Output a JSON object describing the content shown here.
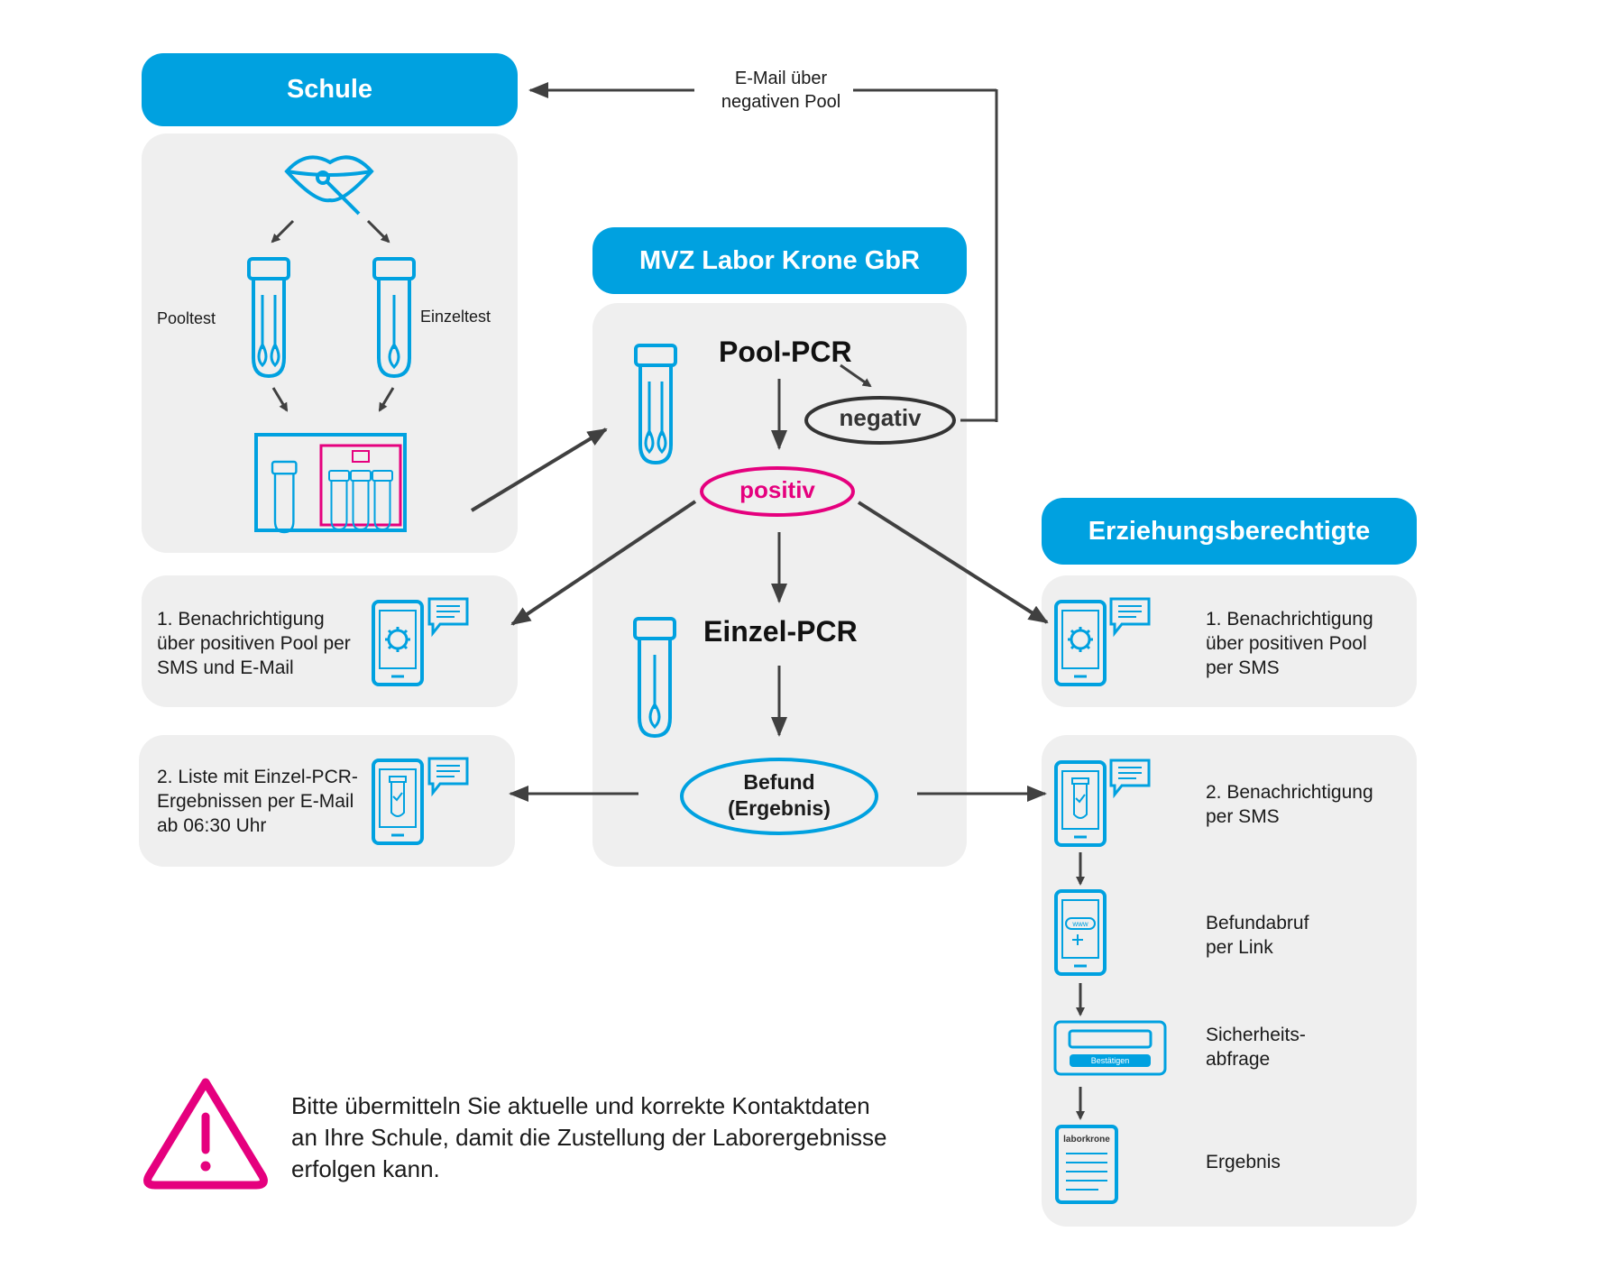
{
  "colors": {
    "blue": "#00a1e0",
    "panel": "#efefef",
    "magenta": "#e5007e",
    "arrow": "#404040"
  },
  "headers": {
    "schule": "Schule",
    "labor": "MVZ Labor Krone GbR",
    "eltern": "Erziehungsberechtigte"
  },
  "schule": {
    "pooltest": "Pooltest",
    "einzeltest": "Einzeltest"
  },
  "email_negative": {
    "line1": "E-Mail über",
    "line2": "negativen Pool"
  },
  "labor": {
    "pool_pcr": "Pool-PCR",
    "negativ": "negativ",
    "positiv": "positiv",
    "einzel_pcr": "Einzel-PCR",
    "befund_line1": "Befund",
    "befund_line2": "(Ergebnis)"
  },
  "schule_notify": {
    "first": [
      "1. Benachrichtigung",
      "über positiven Pool per",
      "SMS und E-Mail"
    ],
    "second": [
      "2. Liste mit Einzel-PCR-",
      "Ergebnissen per E-Mail",
      "ab 06:30 Uhr"
    ]
  },
  "eltern_notify": {
    "first": [
      "1. Benachrichtigung",
      "über positiven Pool",
      "per SMS"
    ],
    "second": [
      "2. Benachrichtigung",
      "per SMS"
    ],
    "befundabruf": [
      "Befundabruf",
      "per Link"
    ],
    "sicherheit": [
      "Sicherheits-",
      "abfrage"
    ],
    "ergebnis": "Ergebnis",
    "bestaetigen": "Bestätigen",
    "laborkrone_logo": "laborkrone",
    "www": "www"
  },
  "warning": {
    "lines": [
      "Bitte übermitteln Sie aktuelle und korrekte Kontaktdaten",
      "an Ihre Schule, damit die Zustellung der Laborergebnisse",
      "erfolgen kann."
    ]
  },
  "icons": [
    "lips-swab-icon",
    "test-tube-icon",
    "pool-box-icon",
    "smartphone-virus-icon",
    "chat-bubble-icon",
    "smartphone-tube-icon",
    "smartphone-www-icon",
    "confirm-dialog-icon",
    "clipboard-icon",
    "warning-icon"
  ]
}
